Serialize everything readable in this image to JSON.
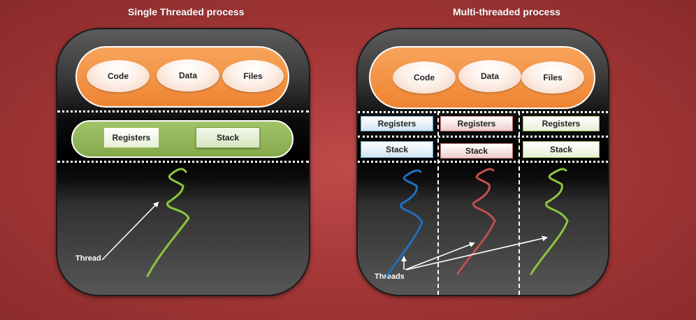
{
  "single": {
    "title": "Single Threaded process",
    "resources": [
      "Code",
      "Data",
      "Files"
    ],
    "registers": "Registers",
    "stack": "Stack",
    "thread_label": "Thread",
    "thread_color": "#8dc63f"
  },
  "multi": {
    "title": "Multi-threaded process",
    "resources": [
      "Code",
      "Data",
      "Files"
    ],
    "registers": [
      "Registers",
      "Registers",
      "Registers"
    ],
    "stacks": [
      "Stack",
      "Stack",
      "Stack"
    ],
    "threads_label": "Threads",
    "thread_colors": [
      "#1f6fc0",
      "#c0504d",
      "#8dc63f"
    ]
  },
  "colors": {
    "background": "#a63838",
    "resource_orange": "#f79646",
    "register_green": "#9bbb59",
    "arrow": "#ffffff"
  }
}
